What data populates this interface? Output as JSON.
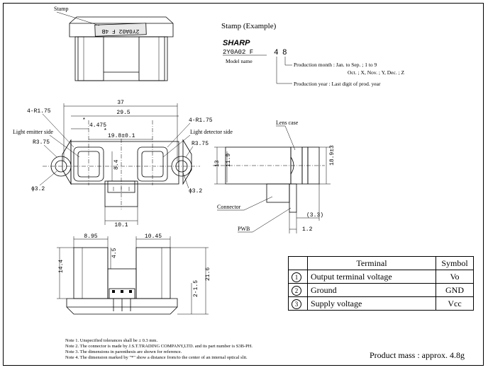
{
  "stamp_section": {
    "title": "Stamp (Example)",
    "brand": "SHARP",
    "code": "2Y0A02 F",
    "year_digit": "4",
    "month_code": "8",
    "model_name_label": "Model name",
    "production_month_line1": "Production month : Jan. to Sep. ; 1 to 9",
    "production_month_line2": "Oct. ; X, Nov. ; Y, Dec. ; Z",
    "production_year": "Production year : Last digit of prod. year"
  },
  "top_view": {
    "stamp_label": "Stamp",
    "stamp_text": "2Y0A02 F 4B"
  },
  "front_view": {
    "dim_37": "37",
    "dim_29_5": "29.5",
    "dim_4_475": "4.475",
    "dim_19_8": "19.8±0.1",
    "dim_4r175_left": "4-R1.75",
    "dim_4r175_right": "4-R1.75",
    "light_emitter": "Light emitter side",
    "light_detector": "Light detector side",
    "dim_r375_left": "R3.75",
    "dim_r375_right": "R3.75",
    "dim_phi32_left": "ϕ3.2",
    "dim_phi32_right": "ϕ3.2",
    "dim_8_4": "8.4",
    "dim_10_1": "10.1",
    "star1": "*",
    "star2": "*"
  },
  "side_view": {
    "lens_case": "Lens case",
    "connector": "Connector",
    "pwb": "PWB",
    "dim_13": "13",
    "dim_11_9": "11.9",
    "dim_18_9": "18.9±3",
    "dim_3_3": "(3.3)",
    "dim_1_2": "1.2"
  },
  "bottom_view": {
    "dim_8_95": "8.95",
    "dim_10_45": "10.45",
    "dim_4_5": "4.5",
    "dim_14_4": "14.4",
    "dim_21_6": "21.6",
    "dim_2_1_5": "2-1.5"
  },
  "terminal_table": {
    "header_terminal": "Terminal",
    "header_symbol": "Symbol",
    "rows": [
      {
        "num": "1",
        "terminal": "Output terminal voltage",
        "symbol": "Vo"
      },
      {
        "num": "2",
        "terminal": "Ground",
        "symbol": "GND"
      },
      {
        "num": "3",
        "terminal": "Supply voltage",
        "symbol": "Vcc"
      }
    ]
  },
  "notes": [
    "Note 1. Unspecified tolerances shall be ± 0.3 mm.",
    "Note 2. The connector is made by  J.S.T.TRADING COMPANY,LTD. and its part number is S3B-PH.",
    "Note 3. The dimensions in parenthesis are shown for reference.",
    "Note 4. The dimension marked by \"*\" show a distance from/to the center of an internal optical slit."
  ],
  "product_mass": "Product mass : approx. 4.8g"
}
